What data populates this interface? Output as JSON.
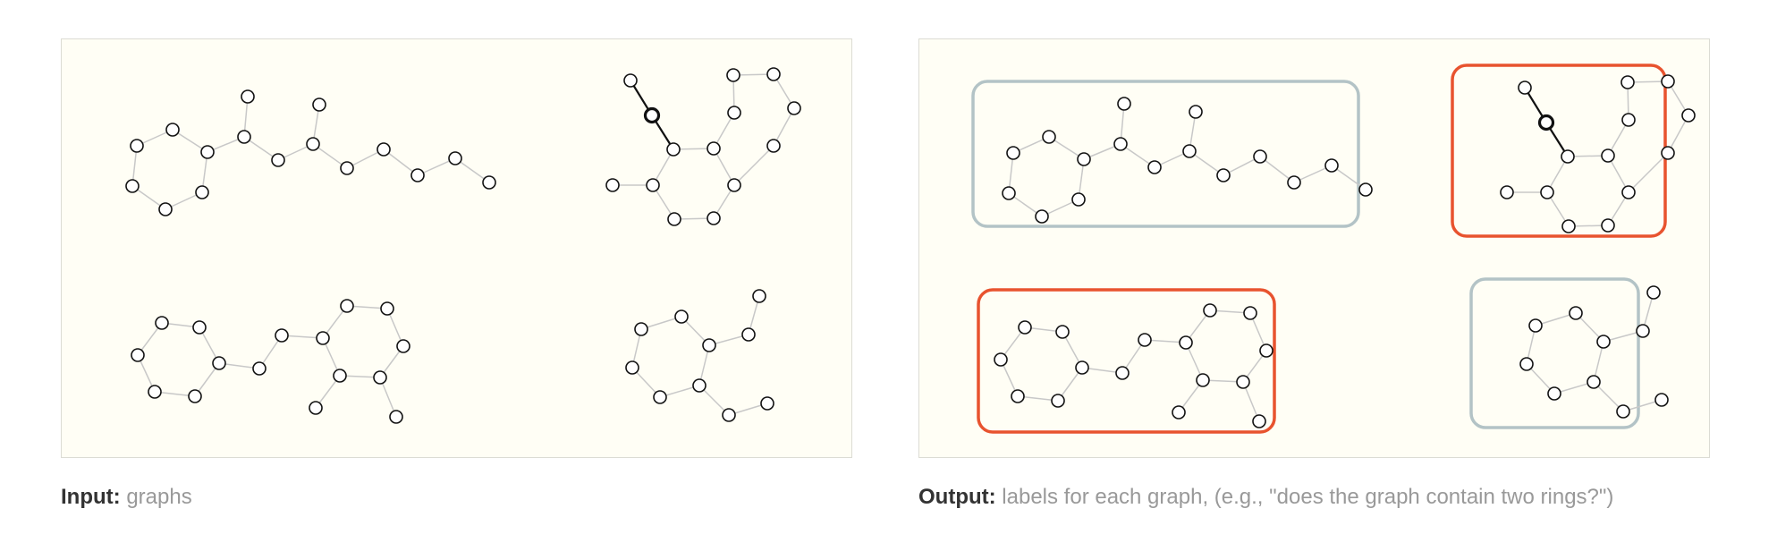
{
  "captions": {
    "input_label": "Input:",
    "input_text": "graphs",
    "output_label": "Output:",
    "output_text": "labels for each graph, (e.g., \"does the graph contain two rings?\")"
  },
  "colors": {
    "panel_background": "#fffef5",
    "panel_border": "#dcdcd4",
    "edge": "#c8c8c8",
    "highlight_edge": "#111111",
    "node_stroke": "#111111",
    "node_fill": "#ffffff",
    "label_positive_box": "#e8532f",
    "label_negative_box": "#b3c3c6"
  },
  "graphs": [
    {
      "id": "chain-graph",
      "label": "negative",
      "rings": 1
    },
    {
      "id": "fused-ring-graph",
      "label": "positive",
      "rings": 2,
      "highlighted_node": true
    },
    {
      "id": "two-ring-linked-graph",
      "label": "positive",
      "rings": 2
    },
    {
      "id": "small-ring-graph",
      "label": "negative",
      "rings": 1
    }
  ]
}
